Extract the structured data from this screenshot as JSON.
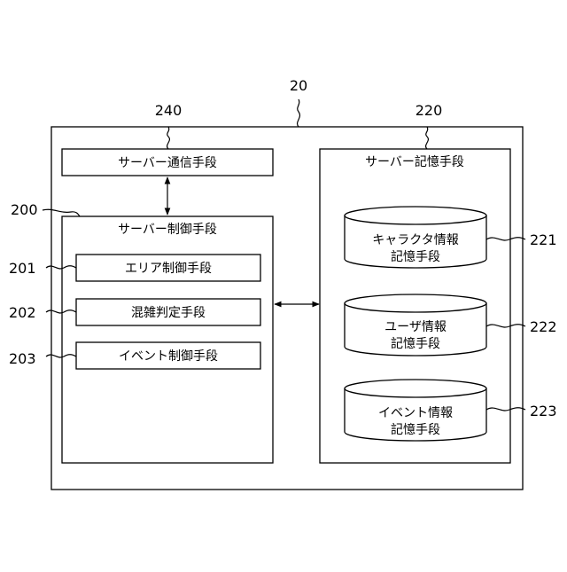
{
  "refs": {
    "system": "20",
    "comm": "240",
    "storage": "220",
    "control": "200",
    "area": "201",
    "congestion": "202",
    "event": "203",
    "char_db": "221",
    "user_db": "222",
    "event_db": "223"
  },
  "labels": {
    "comm": "サーバー通信手段",
    "storage": "サーバー記憶手段",
    "control": "サーバー制御手段",
    "area": "エリア制御手段",
    "congestion": "混雑判定手段",
    "event": "イベント制御手段",
    "char_db": [
      "キャラクタ情報",
      "記憶手段"
    ],
    "user_db": [
      "ユーザ情報",
      "記憶手段"
    ],
    "event_db": [
      "イベント情報",
      "記憶手段"
    ]
  }
}
